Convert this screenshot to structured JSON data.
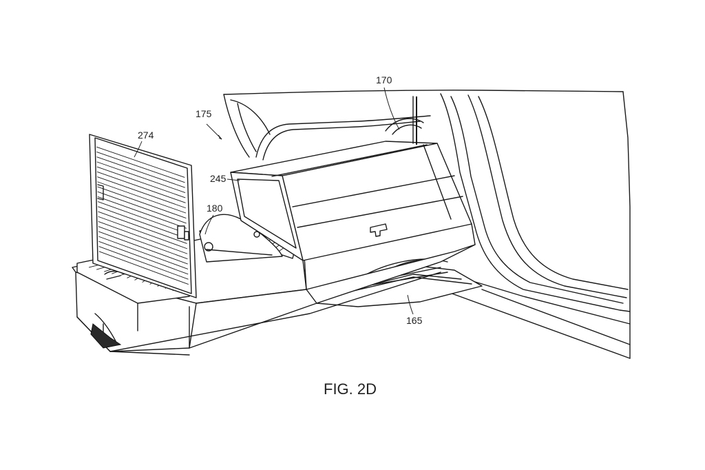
{
  "figure": {
    "caption": "FIG. 2D"
  },
  "reference_labels": {
    "r170": "170",
    "r175": "175",
    "r274": "274",
    "r245": "245",
    "r180": "180",
    "r165": "165"
  }
}
